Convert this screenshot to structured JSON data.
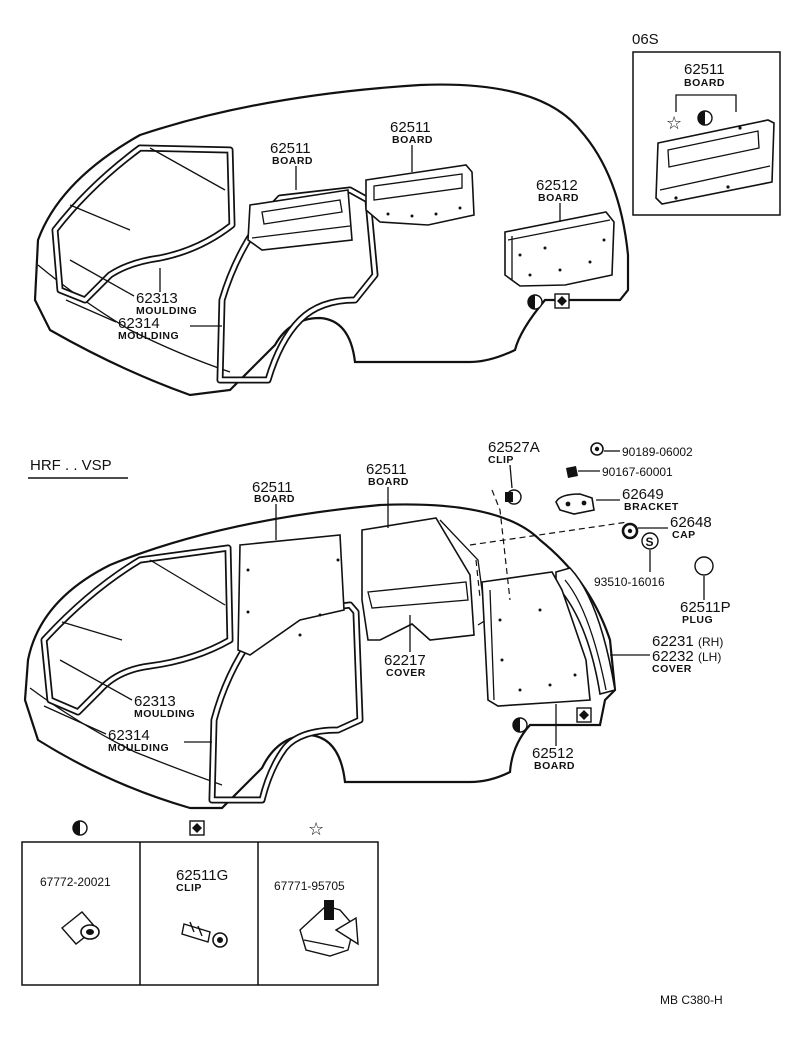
{
  "variant_top": "06S",
  "variant_bottom": "HRF . . VSP",
  "footer_code": "MB  C380-H",
  "top": {
    "board_06s": {
      "part": "62511",
      "name": "BOARD"
    },
    "board_front": {
      "part": "62511",
      "name": "BOARD"
    },
    "board_mid": {
      "part": "62511",
      "name": "BOARD"
    },
    "board_rear": {
      "part": "62512",
      "name": "BOARD"
    },
    "moulding_a": {
      "part": "62313",
      "name": "MOULDING"
    },
    "moulding_b": {
      "part": "62314",
      "name": "MOULDING"
    }
  },
  "bottom": {
    "board_front": {
      "part": "62511",
      "name": "BOARD"
    },
    "board_mid": {
      "part": "62511",
      "name": "BOARD"
    },
    "clip_a": {
      "part": "62527A",
      "name": "CLIP"
    },
    "bolt_1": {
      "part": "90189-06002"
    },
    "bolt_2": {
      "part": "90167-60001"
    },
    "bracket": {
      "part": "62649",
      "name": "BRACKET"
    },
    "cap": {
      "part": "62648",
      "name": "CAP"
    },
    "s_part": {
      "part": "93510-16016",
      "symbol": "S"
    },
    "plug": {
      "part": "62511P",
      "name": "PLUG"
    },
    "cover_rh": {
      "part": "62231",
      "suffix": "(RH)"
    },
    "cover_lh": {
      "part": "62232",
      "suffix": "(LH)",
      "name": "COVER"
    },
    "cover_mid": {
      "part": "62217",
      "name": "COVER"
    },
    "moulding_a": {
      "part": "62313",
      "name": "MOULDING"
    },
    "moulding_b": {
      "part": "62314",
      "name": "MOULDING"
    },
    "board_rear": {
      "part": "62512",
      "name": "BOARD"
    }
  },
  "legend": [
    {
      "symbol": "half-circle",
      "part": "67772-20021",
      "name": ""
    },
    {
      "symbol": "diamond-square",
      "part": "62511G",
      "name": "CLIP"
    },
    {
      "symbol": "star",
      "part": "67771-95705",
      "name": ""
    }
  ]
}
